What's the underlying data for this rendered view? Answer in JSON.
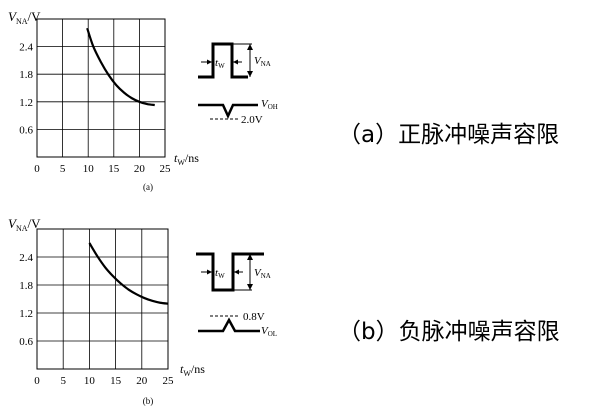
{
  "chart_data": [
    {
      "type": "line",
      "panel_label": "(a)",
      "ylabel_main": "V",
      "ylabel_sub": "NA",
      "ylabel_unit": "/V",
      "xlabel_main": "t",
      "xlabel_sub": "W",
      "xlabel_unit": "/ns",
      "xlim": [
        0,
        25
      ],
      "ylim": [
        0,
        3.0
      ],
      "x_ticks": [
        "0",
        "5",
        "10",
        "15",
        "20",
        "25"
      ],
      "y_ticks": [
        "0.6",
        "1.2",
        "1.8",
        "2.4"
      ],
      "grid": true,
      "x": [
        9.8,
        11,
        12.5,
        14,
        15.5,
        17,
        18.5,
        20,
        21.5,
        23
      ],
      "y": [
        2.8,
        2.4,
        2.06,
        1.78,
        1.56,
        1.4,
        1.28,
        1.2,
        1.15,
        1.13
      ],
      "inset": {
        "pulse_label_main": "t",
        "pulse_label_sub": "W",
        "amp_label_main": "V",
        "amp_label_sub": "NA",
        "level_label_main": "V",
        "level_label_sub": "OH",
        "ref_label": "2.0V"
      },
      "caption": "（a）正脉冲噪声容限"
    },
    {
      "type": "line",
      "panel_label": "(b)",
      "ylabel_main": "V",
      "ylabel_sub": "NA",
      "ylabel_unit": "/V",
      "xlabel_main": "t",
      "xlabel_sub": "W",
      "xlabel_unit": "/ns",
      "xlim": [
        0,
        25
      ],
      "ylim": [
        0,
        3.0
      ],
      "x_ticks": [
        "0",
        "5",
        "10",
        "15",
        "20",
        "25"
      ],
      "y_ticks": [
        "0.6",
        "1.2",
        "1.8",
        "2.4"
      ],
      "grid": true,
      "x": [
        10,
        11.5,
        13,
        14.5,
        16,
        17.5,
        19,
        20.5,
        22,
        23.5,
        25
      ],
      "y": [
        2.7,
        2.42,
        2.18,
        1.99,
        1.83,
        1.7,
        1.6,
        1.52,
        1.46,
        1.42,
        1.4
      ],
      "inset": {
        "pulse_label_main": "t",
        "pulse_label_sub": "W",
        "amp_label_main": "V",
        "amp_label_sub": "NA",
        "level_label_main": "V",
        "level_label_sub": "OL",
        "ref_label": "0.8V"
      },
      "caption": "（b）负脉冲噪声容限"
    }
  ]
}
